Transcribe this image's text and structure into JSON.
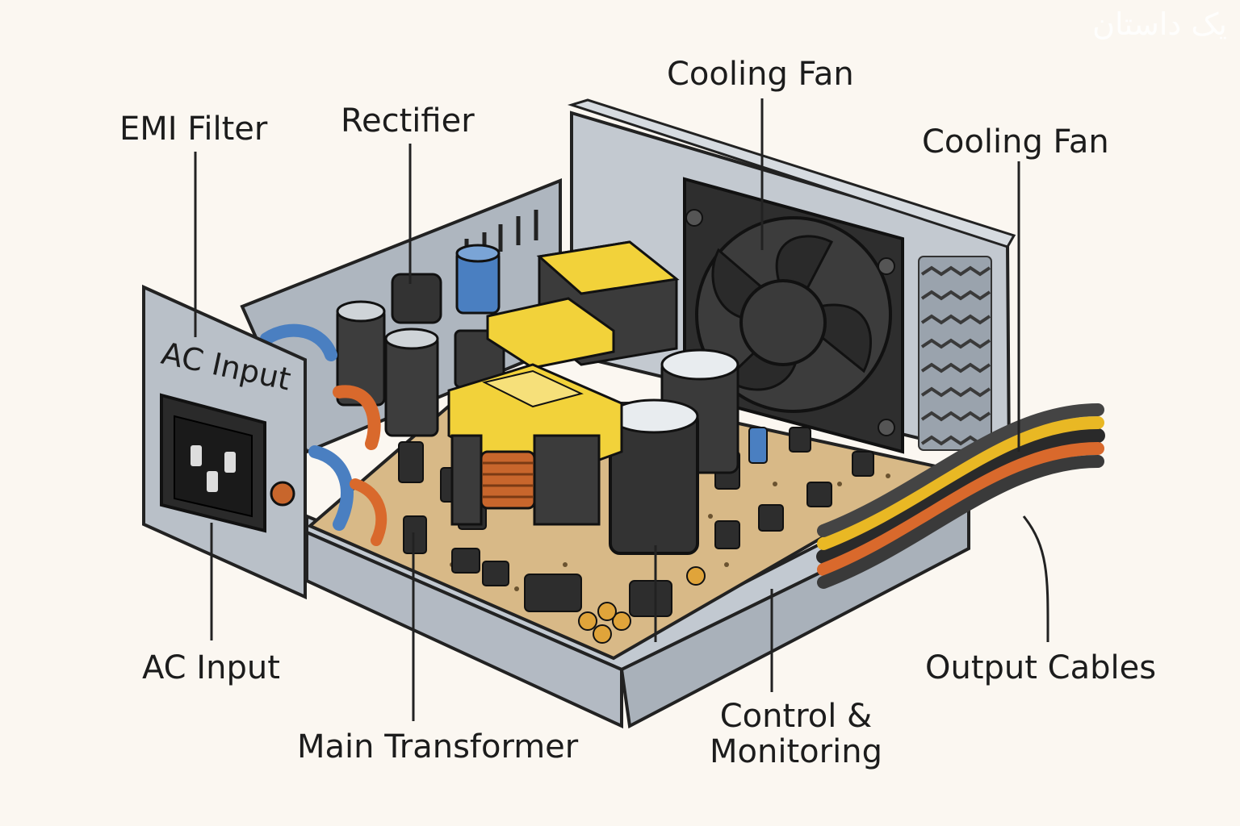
{
  "labels": {
    "emi_filter": "EMI Filter",
    "rectifier": "Rectifier",
    "cooling_fan_1": "Cooling Fan",
    "cooling_fan_2": "Cooling Fan",
    "panel_ac_input": "AC Input",
    "ac_input": "AC Input",
    "main_transformer": "Main Transformer",
    "control_monitoring_line1": "Control &",
    "control_monitoring_line2": "Monitoring",
    "output_cables": "Output Cables"
  },
  "watermark": "یک داستان",
  "colors": {
    "background": "#fbf7f1",
    "casing": "#b9c0c8",
    "pcb": "#d8b987",
    "transformer_yellow": "#f2d23a",
    "capacitor_blue": "#4a7fc1",
    "copper": "#c8662c",
    "cable_yellow": "#e9b824",
    "cable_orange": "#d9692c",
    "cable_black": "#2a2a2a"
  }
}
